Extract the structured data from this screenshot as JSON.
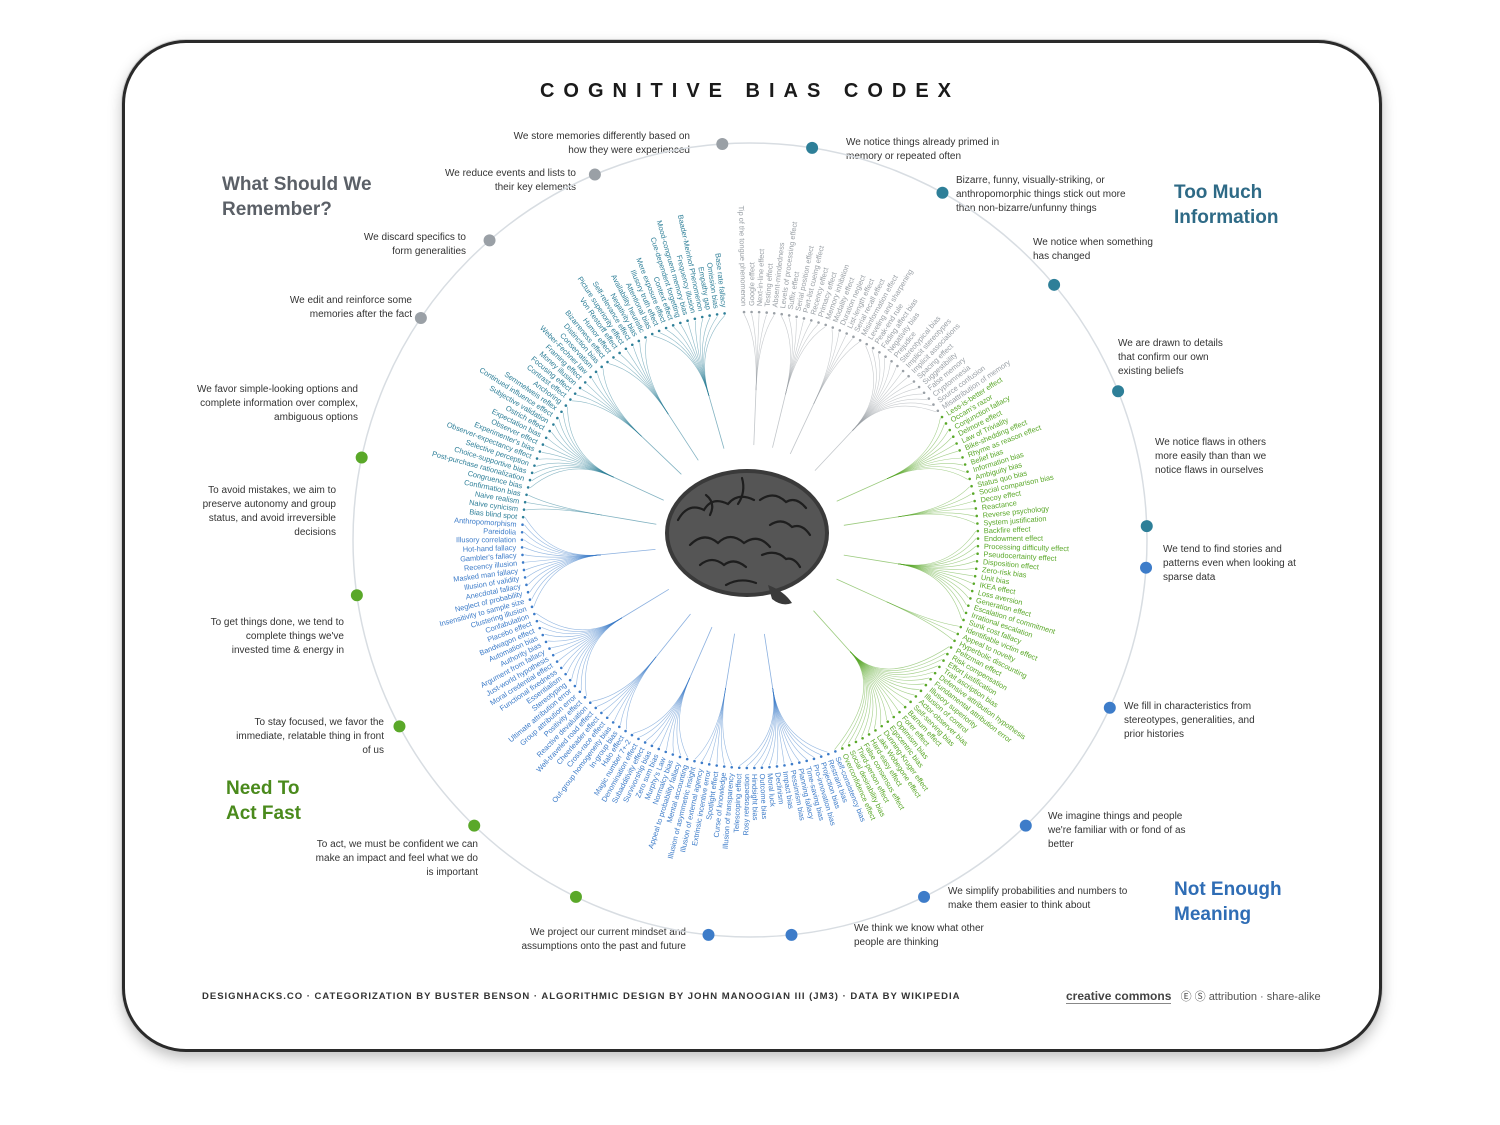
{
  "title": "COGNITIVE BIAS CODEX",
  "quadrants": {
    "remember": {
      "line1": "What Should We",
      "line2": "Remember?",
      "color": "#5b6067"
    },
    "too_much": {
      "line1": "Too Much",
      "line2": "Information",
      "color": "#2e6a86"
    },
    "act_fast": {
      "line1": "Need To",
      "line2": "Act Fast",
      "color": "#4a8a1c"
    },
    "not_enough": {
      "line1": "Not Enough",
      "line2": "Meaning",
      "color": "#2f6db5"
    }
  },
  "colors": {
    "gray": "#9aa0a6",
    "teal": "#2e7f98",
    "green": "#5aa829",
    "blue": "#3d7cc9"
  },
  "categories": [
    {
      "text": "We store memories differently based on how they were experienced",
      "color": "gray"
    },
    {
      "text": "We reduce events and lists to their key elements",
      "color": "gray"
    },
    {
      "text": "We discard specifics to form generalities",
      "color": "gray"
    },
    {
      "text": "We edit and reinforce some memories after the fact",
      "color": "gray"
    },
    {
      "text": "We favor simple-looking options and complete information over complex, ambiguous options",
      "color": "green"
    },
    {
      "text": "To avoid mistakes, we aim to preserve autonomy and group status, and avoid irreversible decisions",
      "color": "green"
    },
    {
      "text": "To get things done, we tend to complete things we've invested time & energy in",
      "color": "green"
    },
    {
      "text": "To stay focused, we favor the immediate, relatable thing in front of us",
      "color": "green"
    },
    {
      "text": "To act, we must be confident we can make an impact and feel what we do is important",
      "color": "green"
    },
    {
      "text": "We project our current mindset and assumptions onto the past and future",
      "color": "blue"
    },
    {
      "text": "We think we know what other people are thinking",
      "color": "blue"
    },
    {
      "text": "We simplify probabilities and numbers to make them easier to think about",
      "color": "blue"
    },
    {
      "text": "We imagine things and people we're familiar with or fond of as better",
      "color": "blue"
    },
    {
      "text": "We fill in characteristics from stereotypes, generalities, and prior histories",
      "color": "blue"
    },
    {
      "text": "We tend to find stories and patterns even when looking at sparse data",
      "color": "blue"
    },
    {
      "text": "We notice flaws in others more easily than than we notice flaws in ourselves",
      "color": "teal"
    },
    {
      "text": "We are drawn to details that confirm our own existing beliefs",
      "color": "teal"
    },
    {
      "text": "We notice when something has changed",
      "color": "teal"
    },
    {
      "text": "Bizarre, funny, visually-striking, or anthropomorphic things stick out more than non-bizarre/unfunny things",
      "color": "teal"
    },
    {
      "text": "We notice things already primed in memory or repeated often",
      "color": "teal"
    }
  ],
  "biases": [
    {
      "text": "Tip of the tongue phenomenon",
      "color": "gray"
    },
    {
      "text": "Google effect",
      "color": "gray"
    },
    {
      "text": "Next-in-line effect",
      "color": "gray"
    },
    {
      "text": "Testing effect",
      "color": "gray"
    },
    {
      "text": "Absent-mindedness",
      "color": "gray"
    },
    {
      "text": "Levels of processing effect",
      "color": "gray"
    },
    {
      "text": "Suffix effect",
      "color": "gray"
    },
    {
      "text": "Serial position effect",
      "color": "gray"
    },
    {
      "text": "Part-list cueing effect",
      "color": "gray"
    },
    {
      "text": "Recency effect",
      "color": "gray"
    },
    {
      "text": "Primacy effect",
      "color": "gray"
    },
    {
      "text": "Memory inhibition",
      "color": "gray"
    },
    {
      "text": "Modality effect",
      "color": "gray"
    },
    {
      "text": "Duration neglect",
      "color": "gray"
    },
    {
      "text": "List-length effect",
      "color": "gray"
    },
    {
      "text": "Serial recall effect",
      "color": "gray"
    },
    {
      "text": "Misinformation effect",
      "color": "gray"
    },
    {
      "text": "Leveling and sharpening",
      "color": "gray"
    },
    {
      "text": "Peak-end rule",
      "color": "gray"
    },
    {
      "text": "Fading affect bias",
      "color": "gray"
    },
    {
      "text": "Negativity bias",
      "color": "gray"
    },
    {
      "text": "Prejudice",
      "color": "gray"
    },
    {
      "text": "Stereotypical bias",
      "color": "gray"
    },
    {
      "text": "Implicit stereotypes",
      "color": "gray"
    },
    {
      "text": "Implicit associations",
      "color": "gray"
    },
    {
      "text": "Spacing effect",
      "color": "gray"
    },
    {
      "text": "Suggestibility",
      "color": "gray"
    },
    {
      "text": "False memory",
      "color": "gray"
    },
    {
      "text": "Cryptomnesia",
      "color": "gray"
    },
    {
      "text": "Source confusion",
      "color": "gray"
    },
    {
      "text": "Misattribution of memory",
      "color": "gray"
    },
    {
      "text": "Less-is-better effect",
      "color": "green"
    },
    {
      "text": "Occam's razor",
      "color": "green"
    },
    {
      "text": "Conjunction fallacy",
      "color": "green"
    },
    {
      "text": "Delmore effect",
      "color": "green"
    },
    {
      "text": "Law of Triviality",
      "color": "green"
    },
    {
      "text": "Bike-shedding effect",
      "color": "green"
    },
    {
      "text": "Rhyme as reason effect",
      "color": "green"
    },
    {
      "text": "Belief bias",
      "color": "green"
    },
    {
      "text": "Information bias",
      "color": "green"
    },
    {
      "text": "Ambiguity bias",
      "color": "green"
    },
    {
      "text": "Status quo bias",
      "color": "green"
    },
    {
      "text": "Social comparison bias",
      "color": "green"
    },
    {
      "text": "Decoy effect",
      "color": "green"
    },
    {
      "text": "Reactance",
      "color": "green"
    },
    {
      "text": "Reverse psychology",
      "color": "green"
    },
    {
      "text": "System justification",
      "color": "green"
    },
    {
      "text": "Backfire effect",
      "color": "green"
    },
    {
      "text": "Endowment effect",
      "color": "green"
    },
    {
      "text": "Processing difficulty effect",
      "color": "green"
    },
    {
      "text": "Pseudocertainty effect",
      "color": "green"
    },
    {
      "text": "Disposition effect",
      "color": "green"
    },
    {
      "text": "Zero-risk bias",
      "color": "green"
    },
    {
      "text": "Unit bias",
      "color": "green"
    },
    {
      "text": "IKEA effect",
      "color": "green"
    },
    {
      "text": "Loss aversion",
      "color": "green"
    },
    {
      "text": "Generation effect",
      "color": "green"
    },
    {
      "text": "Escalation of commitment",
      "color": "green"
    },
    {
      "text": "Irrational escalation",
      "color": "green"
    },
    {
      "text": "Sunk cost fallacy",
      "color": "green"
    },
    {
      "text": "Identifiable victim effect",
      "color": "green"
    },
    {
      "text": "Appeal to novelty",
      "color": "green"
    },
    {
      "text": "Hyperbolic discounting",
      "color": "green"
    },
    {
      "text": "Peltzman effect",
      "color": "green"
    },
    {
      "text": "Risk compensation",
      "color": "green"
    },
    {
      "text": "Effort justification",
      "color": "green"
    },
    {
      "text": "Trait ascription bias",
      "color": "green"
    },
    {
      "text": "Defensive attribution hypothesis",
      "color": "green"
    },
    {
      "text": "Fundamental attribution error",
      "color": "green"
    },
    {
      "text": "Illusory superiority",
      "color": "green"
    },
    {
      "text": "Illusion of control",
      "color": "green"
    },
    {
      "text": "Actor-observer bias",
      "color": "green"
    },
    {
      "text": "Self-serving bias",
      "color": "green"
    },
    {
      "text": "Barnum effect",
      "color": "green"
    },
    {
      "text": "Forer effect",
      "color": "green"
    },
    {
      "text": "Optimism bias",
      "color": "green"
    },
    {
      "text": "Egocentric bias",
      "color": "green"
    },
    {
      "text": "Dunning-Kruger effect",
      "color": "green"
    },
    {
      "text": "Lake Wobegone effect",
      "color": "green"
    },
    {
      "text": "Hard-easy effect",
      "color": "green"
    },
    {
      "text": "False consensus effect",
      "color": "green"
    },
    {
      "text": "Third-person effect",
      "color": "green"
    },
    {
      "text": "Social desirability bias",
      "color": "green"
    },
    {
      "text": "Overconfidence effect",
      "color": "green"
    },
    {
      "text": "Self-consistency bias",
      "color": "blue"
    },
    {
      "text": "Restraint bias",
      "color": "blue"
    },
    {
      "text": "Projection bias",
      "color": "blue"
    },
    {
      "text": "Pro-innovation bias",
      "color": "blue"
    },
    {
      "text": "Time-saving bias",
      "color": "blue"
    },
    {
      "text": "Planning fallacy",
      "color": "blue"
    },
    {
      "text": "Pessimism bias",
      "color": "blue"
    },
    {
      "text": "Impact bias",
      "color": "blue"
    },
    {
      "text": "Declinism",
      "color": "blue"
    },
    {
      "text": "Moral luck",
      "color": "blue"
    },
    {
      "text": "Outcome bias",
      "color": "blue"
    },
    {
      "text": "Hindsight bias",
      "color": "blue"
    },
    {
      "text": "Rosy retrospection",
      "color": "blue"
    },
    {
      "text": "Telescoping effect",
      "color": "blue"
    },
    {
      "text": "Illusion of transparency",
      "color": "blue"
    },
    {
      "text": "Curse of knowledge",
      "color": "blue"
    },
    {
      "text": "Spotlight effect",
      "color": "blue"
    },
    {
      "text": "Extrinsic incentive error",
      "color": "blue"
    },
    {
      "text": "Illusion of external agency",
      "color": "blue"
    },
    {
      "text": "Illusion of asymmetric insight",
      "color": "blue"
    },
    {
      "text": "Mental accounting",
      "color": "blue"
    },
    {
      "text": "Appeal to probability fallacy",
      "color": "blue"
    },
    {
      "text": "Normalcy bias",
      "color": "blue"
    },
    {
      "text": "Murphy's Law",
      "color": "blue"
    },
    {
      "text": "Zero sum bias",
      "color": "blue"
    },
    {
      "text": "Survivorship bias",
      "color": "blue"
    },
    {
      "text": "Subadditivity effect",
      "color": "blue"
    },
    {
      "text": "Denomination effect",
      "color": "blue"
    },
    {
      "text": "Magic number 7+-2",
      "color": "blue"
    },
    {
      "text": "Halo effect",
      "color": "blue"
    },
    {
      "text": "In-group bias",
      "color": "blue"
    },
    {
      "text": "Out-group homogeneity bias",
      "color": "blue"
    },
    {
      "text": "Cross-race effect",
      "color": "blue"
    },
    {
      "text": "Cheerleader effect",
      "color": "blue"
    },
    {
      "text": "Well-traveled road effect",
      "color": "blue"
    },
    {
      "text": "Reactive devaluation",
      "color": "blue"
    },
    {
      "text": "Positivity effect",
      "color": "blue"
    },
    {
      "text": "Group attribution error",
      "color": "blue"
    },
    {
      "text": "Ultimate attribution error",
      "color": "blue"
    },
    {
      "text": "Stereotyping",
      "color": "blue"
    },
    {
      "text": "Essentialism",
      "color": "blue"
    },
    {
      "text": "Functional fixedness",
      "color": "blue"
    },
    {
      "text": "Moral credential effect",
      "color": "blue"
    },
    {
      "text": "Just-world hypothesis",
      "color": "blue"
    },
    {
      "text": "Argument from fallacy",
      "color": "blue"
    },
    {
      "text": "Authority bias",
      "color": "blue"
    },
    {
      "text": "Automation bias",
      "color": "blue"
    },
    {
      "text": "Bandwagon effect",
      "color": "blue"
    },
    {
      "text": "Placebo effect",
      "color": "blue"
    },
    {
      "text": "Confabulation",
      "color": "blue"
    },
    {
      "text": "Clustering illusion",
      "color": "blue"
    },
    {
      "text": "Insensitivity to sample size",
      "color": "blue"
    },
    {
      "text": "Neglect of probability",
      "color": "blue"
    },
    {
      "text": "Anecdotal fallacy",
      "color": "blue"
    },
    {
      "text": "Illusion of validity",
      "color": "blue"
    },
    {
      "text": "Masked man fallacy",
      "color": "blue"
    },
    {
      "text": "Recency illusion",
      "color": "blue"
    },
    {
      "text": "Gambler's fallacy",
      "color": "blue"
    },
    {
      "text": "Hot-hand fallacy",
      "color": "blue"
    },
    {
      "text": "Illusory correlation",
      "color": "blue"
    },
    {
      "text": "Pareidolia",
      "color": "blue"
    },
    {
      "text": "Anthropomorphism",
      "color": "blue"
    },
    {
      "text": "Bias blind spot",
      "color": "teal"
    },
    {
      "text": "Naive cynicism",
      "color": "teal"
    },
    {
      "text": "Naive realism",
      "color": "teal"
    },
    {
      "text": "Confirmation bias",
      "color": "teal"
    },
    {
      "text": "Congruence bias",
      "color": "teal"
    },
    {
      "text": "Post-purchase rationalization",
      "color": "teal"
    },
    {
      "text": "Choice-supportive bias",
      "color": "teal"
    },
    {
      "text": "Selective perception",
      "color": "teal"
    },
    {
      "text": "Observer-expectancy effect",
      "color": "teal"
    },
    {
      "text": "Experimenter's bias",
      "color": "teal"
    },
    {
      "text": "Observer effect",
      "color": "teal"
    },
    {
      "text": "Expectation bias",
      "color": "teal"
    },
    {
      "text": "Ostrich effect",
      "color": "teal"
    },
    {
      "text": "Subjective validation",
      "color": "teal"
    },
    {
      "text": "Continued influence effect",
      "color": "teal"
    },
    {
      "text": "Semmelweis reflex",
      "color": "teal"
    },
    {
      "text": "Anchoring",
      "color": "teal"
    },
    {
      "text": "Contrast effect",
      "color": "teal"
    },
    {
      "text": "Focusing effect",
      "color": "teal"
    },
    {
      "text": "Money illusion",
      "color": "teal"
    },
    {
      "text": "Framing effect",
      "color": "teal"
    },
    {
      "text": "Weber-Fechner law",
      "color": "teal"
    },
    {
      "text": "Conservatism",
      "color": "teal"
    },
    {
      "text": "Distinction bias",
      "color": "teal"
    },
    {
      "text": "Bizarreness effect",
      "color": "teal"
    },
    {
      "text": "Humor effect",
      "color": "teal"
    },
    {
      "text": "Von Restorff effect",
      "color": "teal"
    },
    {
      "text": "Picture superiority effect",
      "color": "teal"
    },
    {
      "text": "Self-relevance effect",
      "color": "teal"
    },
    {
      "text": "Negativity bias",
      "color": "teal"
    },
    {
      "text": "Availability heuristic",
      "color": "teal"
    },
    {
      "text": "Attentional bias",
      "color": "teal"
    },
    {
      "text": "Illusory truth effect",
      "color": "teal"
    },
    {
      "text": "Mere exposure effect",
      "color": "teal"
    },
    {
      "text": "Context effect",
      "color": "teal"
    },
    {
      "text": "Cue-dependent forgetting",
      "color": "teal"
    },
    {
      "text": "Mood-congruent memory bias",
      "color": "teal"
    },
    {
      "text": "Frequency illusion",
      "color": "teal"
    },
    {
      "text": "Baader-Meinhof Phenomenon",
      "color": "teal"
    },
    {
      "text": "Empathy gap",
      "color": "teal"
    },
    {
      "text": "Omission bias",
      "color": "teal"
    },
    {
      "text": "Base rate fallacy",
      "color": "teal"
    }
  ],
  "footer": "DESIGNHACKS.CO  ·  CATEGORIZATION BY BUSTER BENSON  ·  ALGORITHMIC DESIGN BY JOHN MANOOGIAN III (JM3)  ·  DATA BY WIKIPEDIA",
  "license": {
    "logo": "creative commons",
    "icons": "Ⓔ Ⓢ",
    "text": "attribution · share-alike"
  }
}
